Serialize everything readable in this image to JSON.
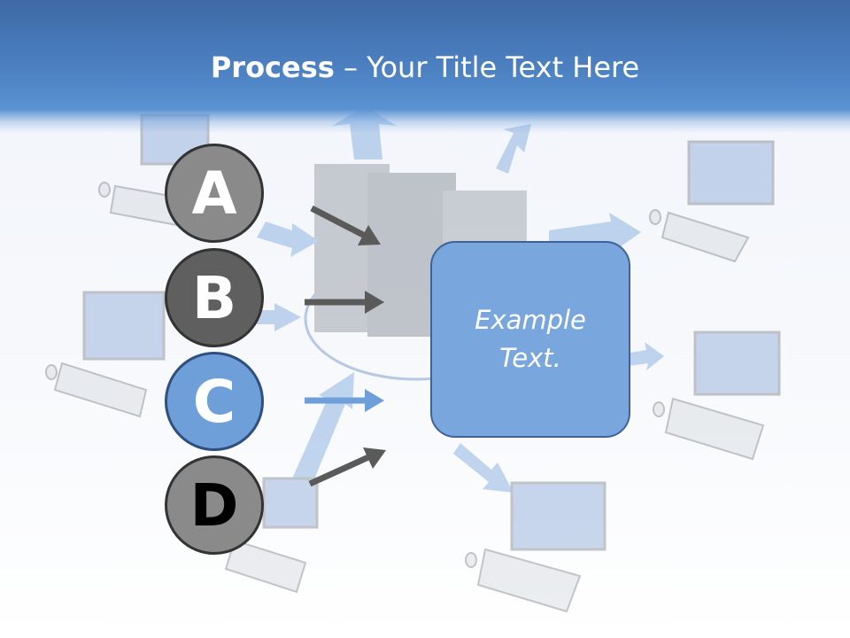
{
  "header": {
    "title_strong": "Process",
    "title_rest": " – Your Title Text Here"
  },
  "steps": [
    {
      "letter": "A",
      "color": "#8a8a8a"
    },
    {
      "letter": "B",
      "color": "#5f5f5f"
    },
    {
      "letter": "C",
      "color": "#6f9fd8"
    },
    {
      "letter": "D",
      "color": "#8a8a8a"
    }
  ],
  "box": {
    "text": "Example Text."
  },
  "colors": {
    "header_blue": "#4d82c3",
    "box_fill": "#7aa6de",
    "arrow_gray": "#5a5a5a",
    "arrow_blue": "#6f9fd8"
  }
}
